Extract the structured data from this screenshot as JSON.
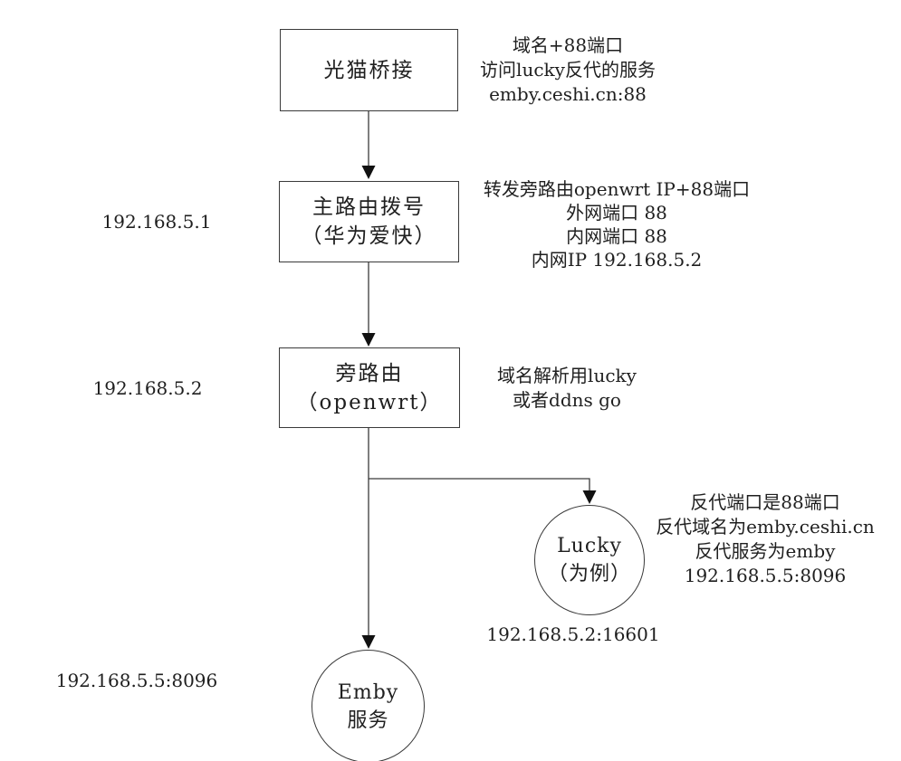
{
  "diagram": {
    "nodes": {
      "modem": {
        "label": "光猫桥接"
      },
      "main_router": {
        "line1": "主路由拨号",
        "line2": "（华为爱快）"
      },
      "side_router": {
        "line1": "旁路由",
        "line2": "（openwrt）"
      },
      "lucky": {
        "line1": "Lucky",
        "line2": "（为例）"
      },
      "emby": {
        "line1": "Emby",
        "line2": "服务"
      }
    },
    "ip_labels": {
      "main_router_ip": "192.168.5.1",
      "side_router_ip": "192.168.5.2",
      "emby_ip": "192.168.5.5:8096",
      "lucky_ip": "192.168.5.2:16601"
    },
    "annotations": {
      "modem": {
        "lines": [
          "域名+88端口",
          "访问lucky反代的服务",
          "emby.ceshi.cn:88"
        ]
      },
      "main_router": {
        "lines": [
          "转发旁路由openwrt IP+88端口",
          "外网端口 88",
          "内网端口 88",
          "内网IP 192.168.5.2"
        ]
      },
      "side_router": {
        "lines": [
          "域名解析用lucky",
          "或者ddns go"
        ]
      },
      "lucky": {
        "lines": [
          "反代端口是88端口",
          "反代域名为emby.ceshi.cn",
          "反代服务为emby",
          "192.168.5.5:8096"
        ]
      }
    },
    "colors": {
      "stroke": "#3a3a3a",
      "text": "#1f1f1f",
      "background": "#ffffff"
    }
  }
}
